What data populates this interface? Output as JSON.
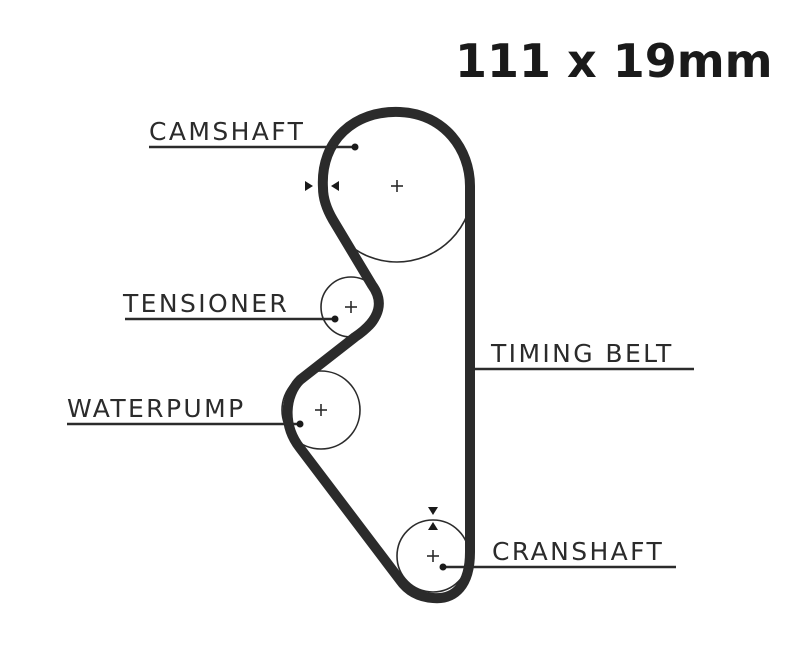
{
  "title": "111 x 19mm",
  "labels": {
    "camshaft": "CAMSHAFT",
    "tensioner": "TENSIONER",
    "waterpump": "WATERPUMP",
    "timing_belt": "TIMING BELT",
    "crankshaft": "CRANSHAFT"
  },
  "colors": {
    "ink": "#2b2b2b",
    "background": "#ffffff"
  }
}
